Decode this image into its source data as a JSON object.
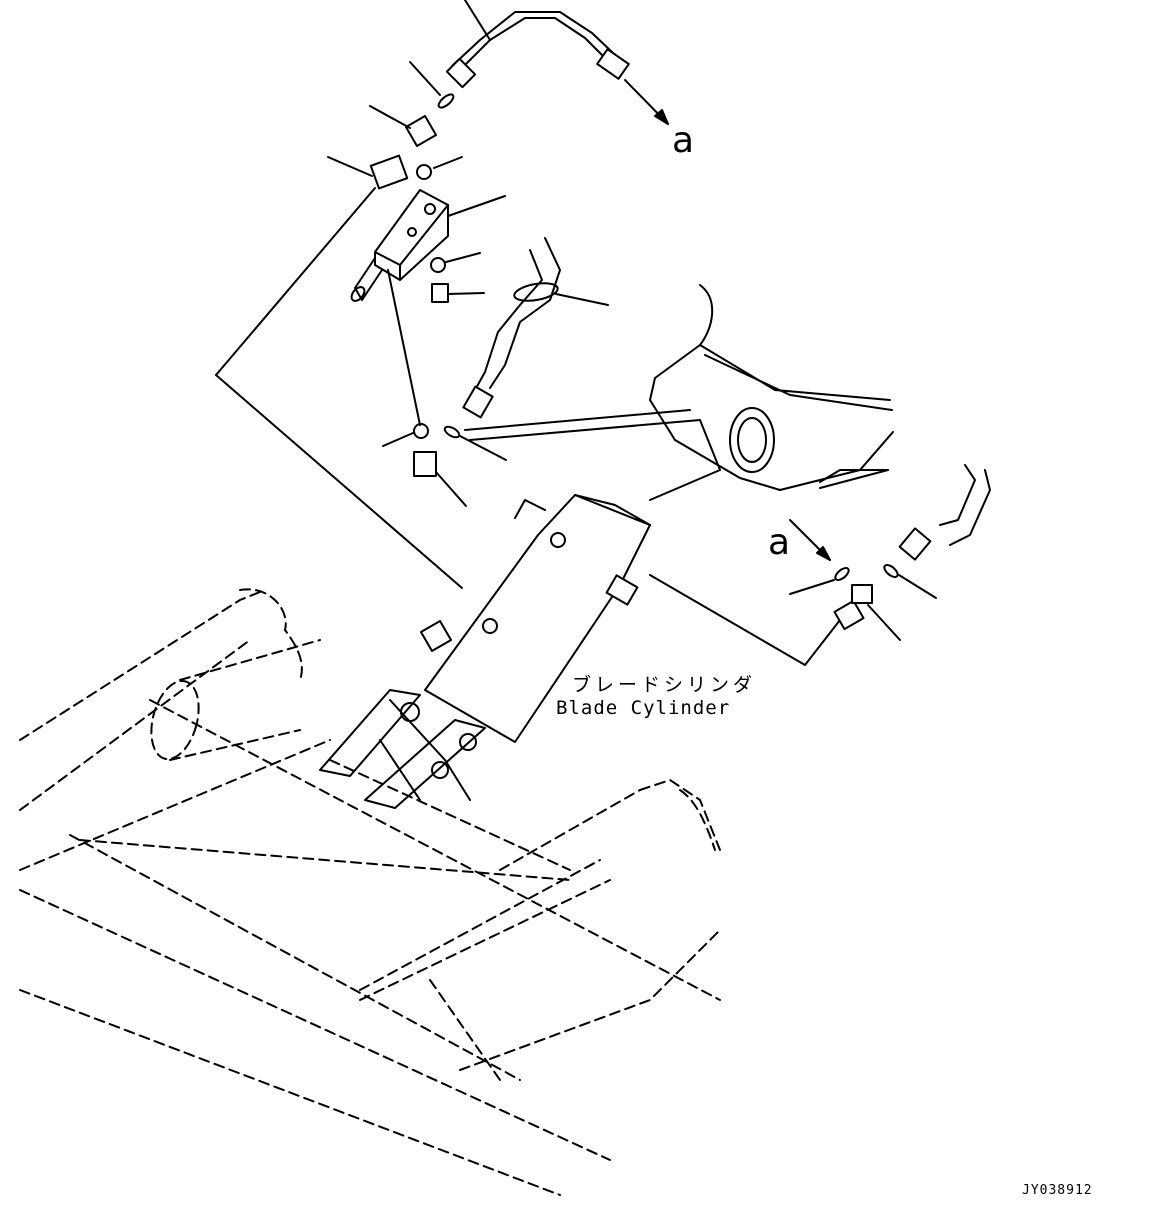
{
  "diagram": {
    "callouts": {
      "a_top": "a",
      "a_right": "a"
    },
    "part_label": {
      "jp": "ブレードシリンダ",
      "en": "Blade Cylinder"
    },
    "figure_code": "JY038912"
  }
}
